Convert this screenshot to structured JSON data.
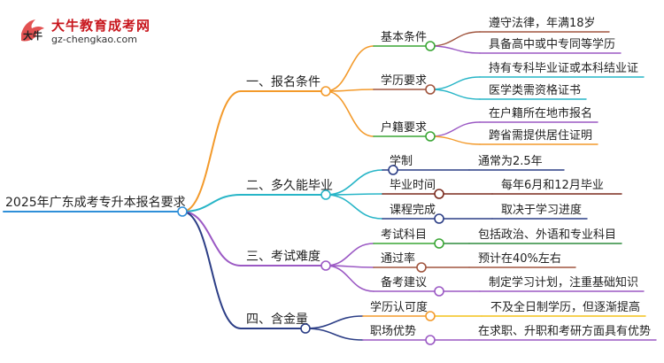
{
  "logo": {
    "title": "大牛教育成考网",
    "url": "gz-chengkao.com",
    "mark_text": "大牛"
  },
  "colors": {
    "root_line": "#2f8fd8",
    "orange": "#f39a2b",
    "teal": "#27b5c7",
    "green": "#3aa635",
    "brown": "#a0553e",
    "purple": "#9b59c4",
    "navy": "#2c3e86",
    "red_dark": "#7a2a1d",
    "yellow": "#f4c21a",
    "dark_green": "#2e8b3d"
  },
  "root": {
    "label": "2025年广东成考专升本报名要求"
  },
  "branches": [
    {
      "label": "一、报名条件",
      "subs": [
        {
          "label": "基本条件",
          "leaves": [
            "遵守法律，年满18岁",
            "具备高中或中专同等学历"
          ]
        },
        {
          "label": "学历要求",
          "leaves": [
            "持有专科毕业证或本科结业证",
            "医学类需资格证书"
          ]
        },
        {
          "label": "户籍要求",
          "leaves": [
            "在户籍所在地市报名",
            "跨省需提供居住证明"
          ]
        }
      ]
    },
    {
      "label": "二、多久能毕业",
      "subs": [
        {
          "label": "学制",
          "leaves": [
            "通常为2.5年"
          ]
        },
        {
          "label": "毕业时间",
          "leaves": [
            "每年6月和12月毕业"
          ]
        },
        {
          "label": "课程完成",
          "leaves": [
            "取决于学习进度"
          ]
        }
      ]
    },
    {
      "label": "三、考试难度",
      "subs": [
        {
          "label": "考试科目",
          "leaves": [
            "包括政治、外语和专业科目"
          ]
        },
        {
          "label": "通过率",
          "leaves": [
            "预计在40%左右"
          ]
        },
        {
          "label": "备考建议",
          "leaves": [
            "制定学习计划，注重基础知识"
          ]
        }
      ]
    },
    {
      "label": "四、含金量",
      "subs": [
        {
          "label": "学历认可度",
          "leaves": [
            "不及全日制学历，但逐渐提高"
          ]
        },
        {
          "label": "职场优势",
          "leaves": [
            "在求职、升职和考研方面具有优势"
          ]
        }
      ]
    }
  ]
}
